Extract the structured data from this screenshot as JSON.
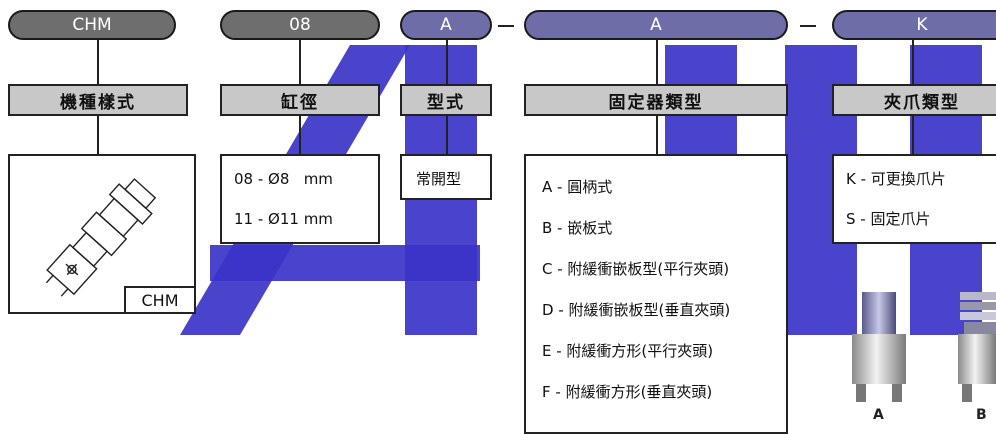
{
  "codes": {
    "series": "CHM",
    "bore": "08",
    "action": "A",
    "mount": "A",
    "jaw": "K"
  },
  "headers": {
    "series": "機種樣式",
    "bore": "缸徑",
    "action": "型式",
    "mount": "固定器類型",
    "jaw": "夾爪類型"
  },
  "series_box": {
    "model_label": "CHM"
  },
  "bore_options": [
    "08 - Ø8   mm",
    "11 - Ø11 mm"
  ],
  "action_options": [
    "常開型"
  ],
  "mount_options": [
    "A - 圓柄式",
    "B - 嵌板式",
    "C - 附緩衝嵌板型(平行夾頭)",
    "D - 附緩衝嵌板型(垂直夾頭)",
    "E - 附緩衝方形(平行夾頭)",
    "F - 附緩衝方形(垂直夾頭)"
  ],
  "jaw_options": [
    "K - 可更換爪片",
    "S - 固定爪片"
  ],
  "photo_labels": [
    "A",
    "B"
  ],
  "colors": {
    "watermark": "#3b33c8",
    "pill_dark": "#6e6e6e",
    "pill_blue": "#6f6da8",
    "header_bg": "#c8c8c8"
  }
}
